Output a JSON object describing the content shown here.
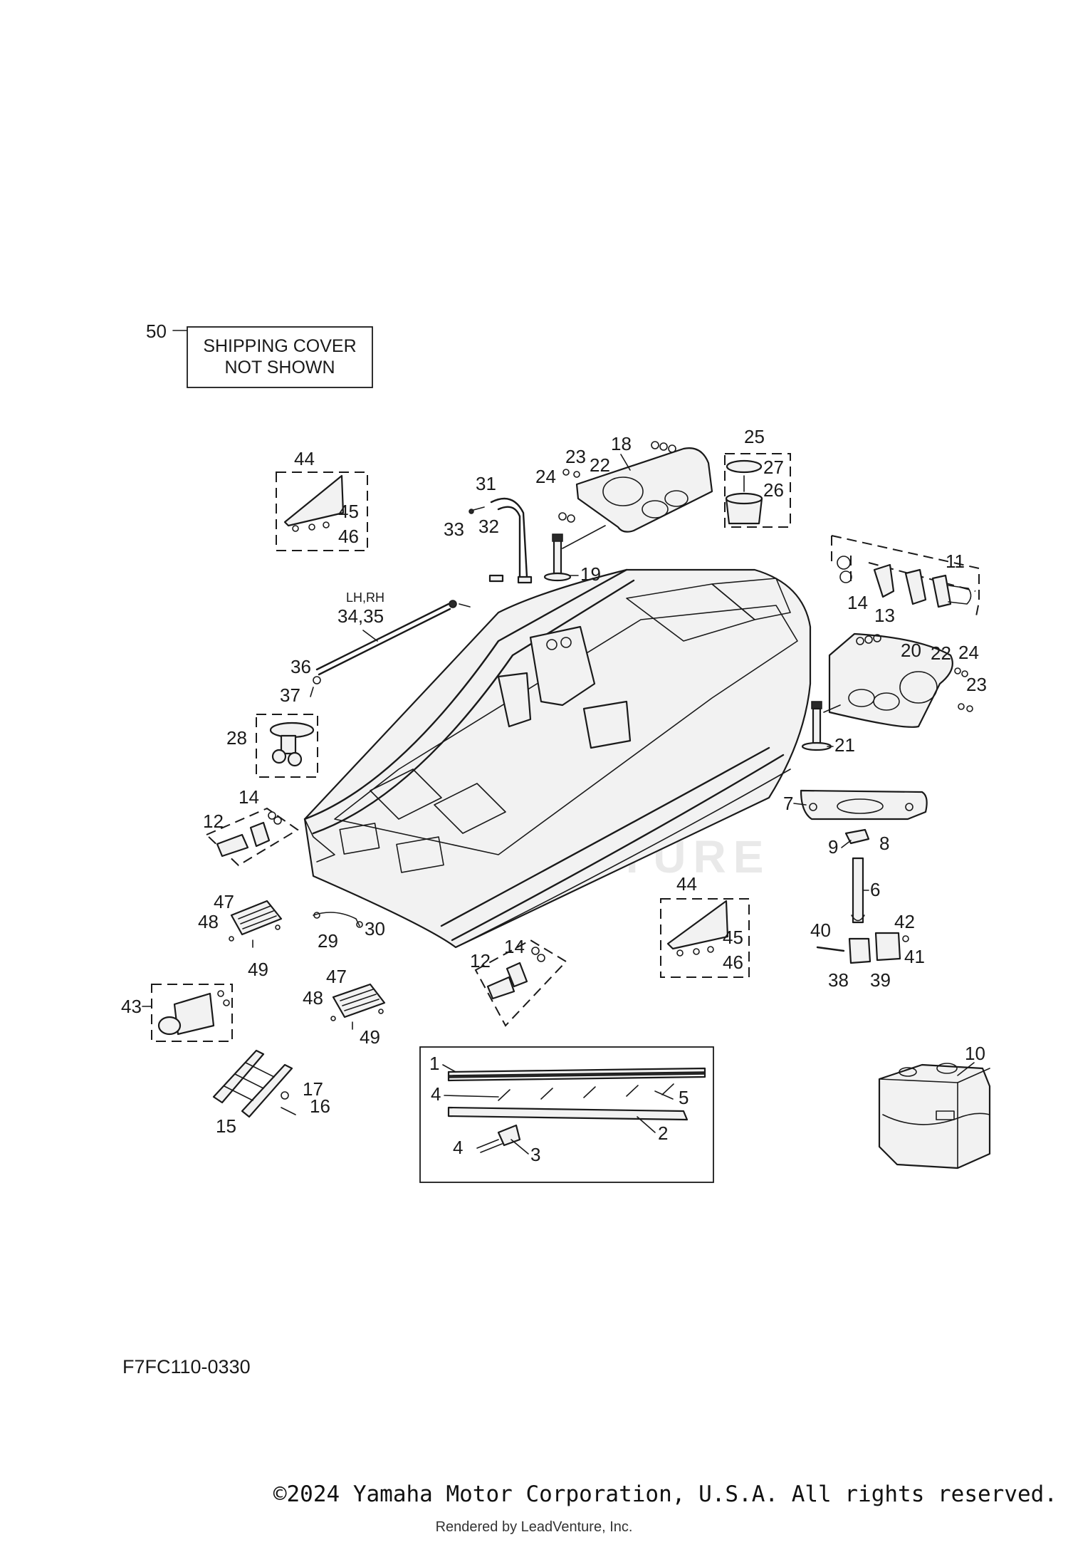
{
  "note": {
    "number": "50",
    "line1": "SHIPPING COVER",
    "line2": "NOT SHOWN"
  },
  "callouts": {
    "c1": "1",
    "c2": "2",
    "c3": "3",
    "c4a": "4",
    "c4b": "4",
    "c5": "5",
    "c6": "6",
    "c7": "7",
    "c8": "8",
    "c9": "9",
    "c10": "10",
    "c11": "11",
    "c12a": "12",
    "c12b": "12",
    "c13": "13",
    "c14a": "14",
    "c14b": "14",
    "c14c": "14",
    "c15": "15",
    "c16": "16",
    "c17": "17",
    "c18": "18",
    "c19": "19",
    "c20": "20",
    "c21": "21",
    "c22a": "22",
    "c22b": "22",
    "c23a": "23",
    "c23b": "23",
    "c24a": "24",
    "c24b": "24",
    "c25": "25",
    "c26": "26",
    "c27": "27",
    "c28": "28",
    "c29": "29",
    "c30": "30",
    "c31": "31",
    "c32": "32",
    "c33": "33",
    "c3435": "34,35",
    "lhrh": "LH,RH",
    "c36": "36",
    "c37": "37",
    "c38": "38",
    "c39": "39",
    "c40": "40",
    "c41": "41",
    "c42": "42",
    "c43": "43",
    "c44a": "44",
    "c44b": "44",
    "c45a": "45",
    "c45b": "45",
    "c46a": "46",
    "c46b": "46",
    "c47a": "47",
    "c47b": "47",
    "c48a": "48",
    "c48b": "48",
    "c49a": "49",
    "c49b": "49"
  },
  "diagram_code": "F7FC110-0330",
  "watermark": "BOATVENTURE",
  "copyright": "©2024 Yamaha Motor Corporation, U.S.A. All rights reserved.",
  "rendered_by": "Rendered by LeadVenture, Inc."
}
